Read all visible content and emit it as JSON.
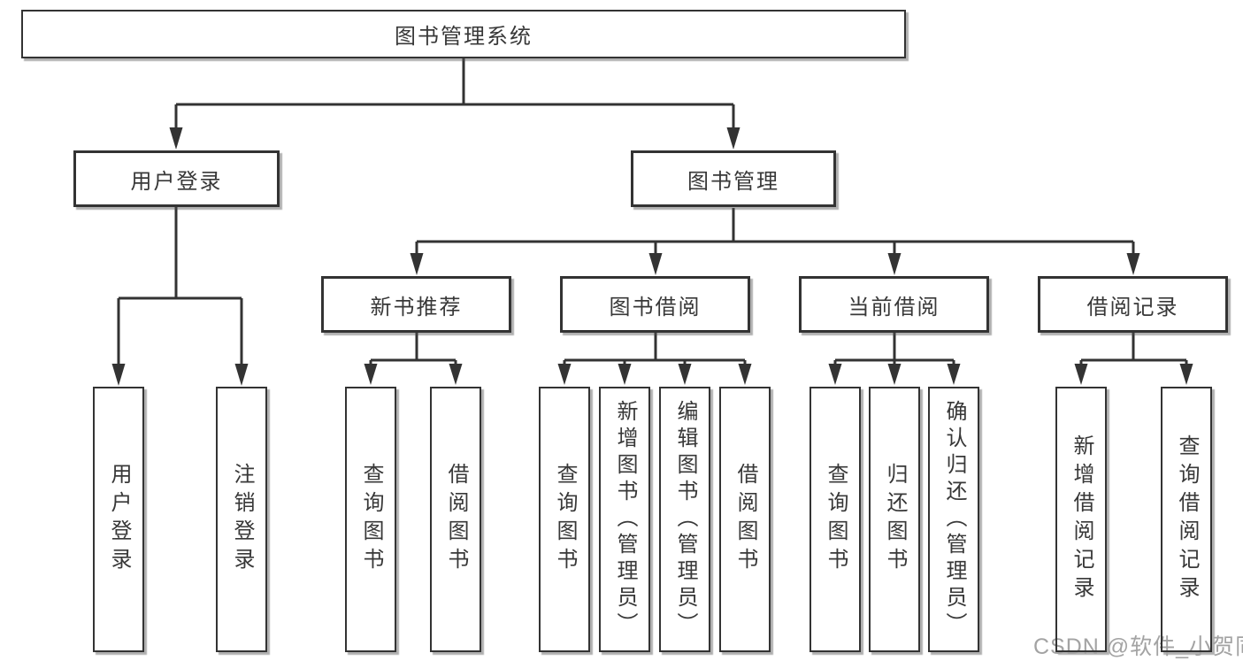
{
  "tree": {
    "label": "图书管理系统",
    "children": [
      {
        "label": "用户登录",
        "children": [
          {
            "label": "用户登录"
          },
          {
            "label": "注销登录"
          }
        ]
      },
      {
        "label": "图书管理",
        "children": [
          {
            "label": "新书推荐",
            "children": [
              {
                "label": "查询图书"
              },
              {
                "label": "借阅图书"
              }
            ]
          },
          {
            "label": "图书借阅",
            "children": [
              {
                "label": "查询图书"
              },
              {
                "label": "新增图书（管理员）"
              },
              {
                "label": "编辑图书（管理员）"
              },
              {
                "label": "借阅图书"
              }
            ]
          },
          {
            "label": "当前借阅",
            "children": [
              {
                "label": "查询图书"
              },
              {
                "label": "归还图书"
              },
              {
                "label": "确认归还（管理员）"
              }
            ]
          },
          {
            "label": "借阅记录",
            "children": [
              {
                "label": "新增借阅记录"
              },
              {
                "label": "查询借阅记录"
              }
            ]
          }
        ]
      }
    ]
  },
  "watermark": {
    "text": "CSDN @软件_小贺同学"
  },
  "colors": {
    "line": "#333333",
    "border": "#333333",
    "text": "#383838",
    "watermark": "#a3a3a3",
    "background": "#ffffff"
  }
}
